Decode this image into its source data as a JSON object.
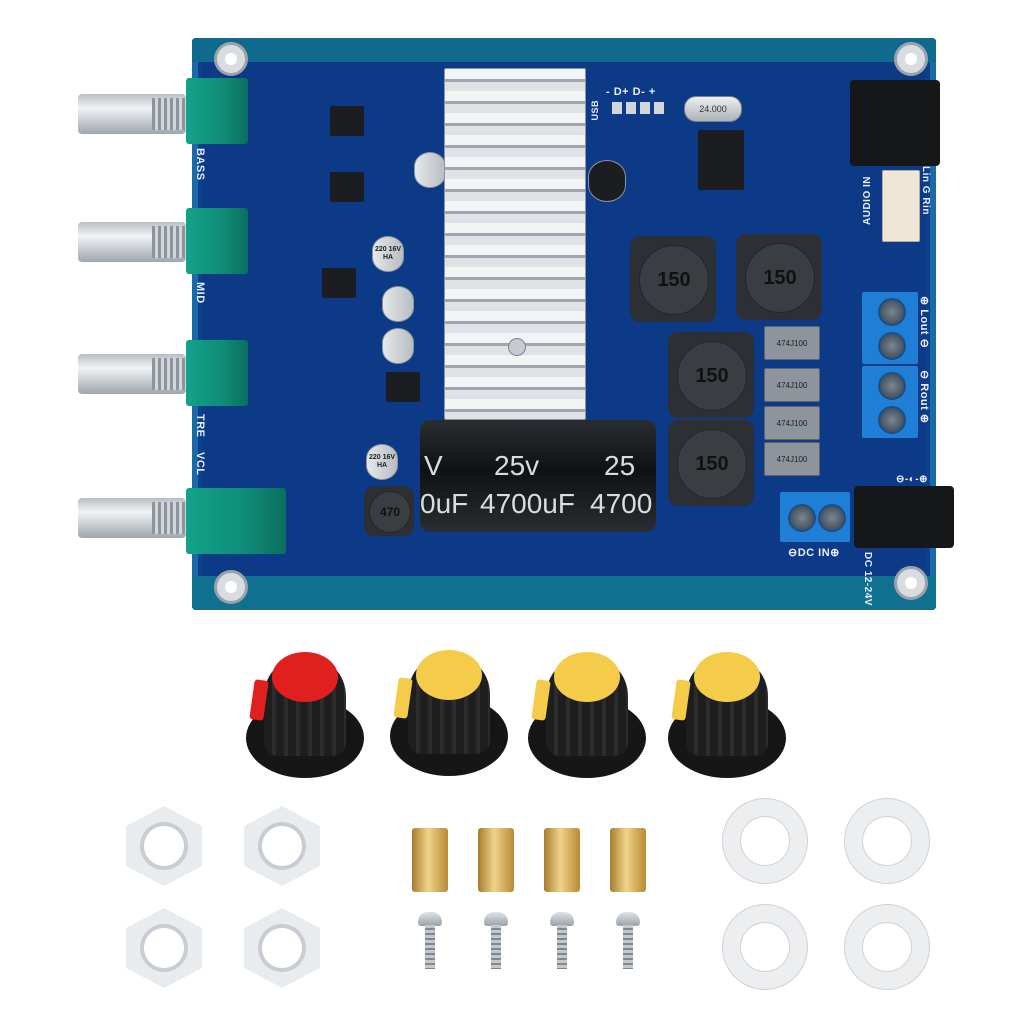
{
  "image": {
    "subject": "Bluetooth stereo audio amplifier board with accessories",
    "background": "#ffffff"
  },
  "board": {
    "pcb_color": "#0c3a86",
    "edge_color": "#0f6a8e",
    "pot_labels": [
      "BASS",
      "MID",
      "TRE",
      "VCL"
    ],
    "usb_label": "USB",
    "usb_pins": [
      "-",
      "D+",
      "D-",
      "+"
    ],
    "crystal": "24.000",
    "audio_in_label": "AUDIO IN",
    "audio_in_pins": "Lin G Rin",
    "lout_label": "⊕ Lout ⊖",
    "rout_label": "⊖ Rout ⊕",
    "polarity_symbol": "⊖-◐-⊕",
    "dc_in_label": "⊖DC IN⊕",
    "dc_voltage": "DC 12-24V",
    "inductors": [
      "150",
      "150",
      "150",
      "150"
    ],
    "film_caps": [
      "474J100",
      "474J100",
      "474J100",
      "474J100"
    ],
    "small_inductor": "470",
    "electrolytic_small": [
      "220 16V HA",
      "220 16V HA"
    ],
    "main_cap": {
      "voltage": "25v",
      "capacitance": "4700uF",
      "voltage_2": "25",
      "capacitance_2": "4700",
      "left_v": "V",
      "left_uf": "0uF"
    }
  },
  "accessories": {
    "knobs": [
      {
        "color": "red",
        "cap_hex": "#e0201f"
      },
      {
        "color": "yellow",
        "cap_hex": "#f5cc4a"
      },
      {
        "color": "yellow",
        "cap_hex": "#f5cc4a"
      },
      {
        "color": "yellow",
        "cap_hex": "#f5cc4a"
      }
    ],
    "hex_nuts_count": 4,
    "brass_standoffs_count": 4,
    "screws_count": 4,
    "washers_count": 4
  }
}
